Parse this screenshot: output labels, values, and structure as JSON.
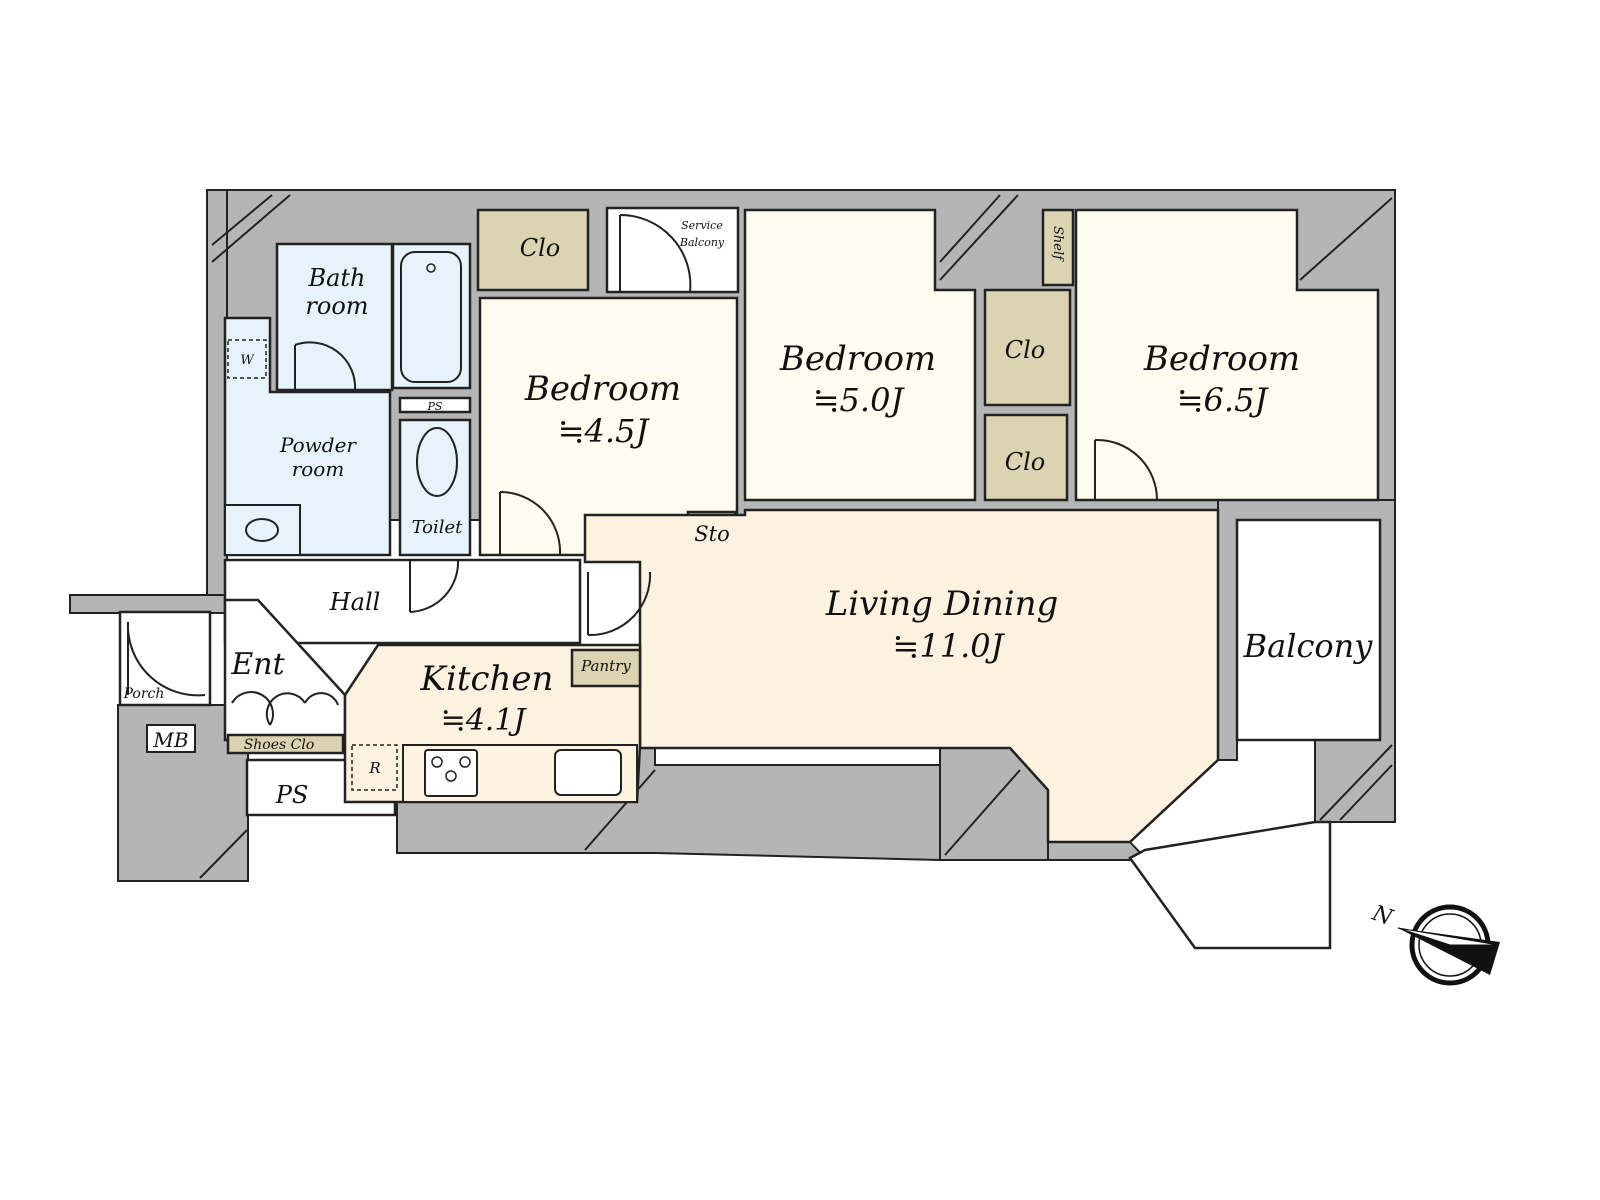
{
  "floorplan": {
    "rooms": {
      "bath": {
        "line1": "Bath",
        "line2": "room"
      },
      "powder": {
        "line1": "Powder",
        "line2": "room"
      },
      "washer": "W",
      "ps_small": "PS",
      "toilet": "Toilet",
      "clo_top": "Clo",
      "service_balcony": {
        "line1": "Service",
        "line2": "Balcony"
      },
      "bedroom1": {
        "name": "Bedroom",
        "size": "≒4.5J"
      },
      "sto": "Sto",
      "bedroom2": {
        "name": "Bedroom",
        "size": "≒5.0J"
      },
      "clo_mid1": "Clo",
      "clo_mid2": "Clo",
      "shelf": "Shelf",
      "bedroom3": {
        "name": "Bedroom",
        "size": "≒6.5J"
      },
      "living": {
        "name": "Living Dining",
        "size": "≒11.0J"
      },
      "balcony": "Balcony",
      "hall": "Hall",
      "ent": "Ent",
      "porch": "Porch",
      "mb": "MB",
      "shoes_clo": "Shoes Clo",
      "ps_large": "PS",
      "kitchen": {
        "name": "Kitchen",
        "size": "≒4.1J"
      },
      "pantry": "Pantry",
      "fridge": "R"
    },
    "compass": {
      "label": "N"
    },
    "colors": {
      "wall": "#b5b5b5",
      "wet_area": "#e7f3fb",
      "bedroom": "#fdfcee",
      "storage": "#dcd3b3",
      "living": "#fdf1e0"
    }
  }
}
